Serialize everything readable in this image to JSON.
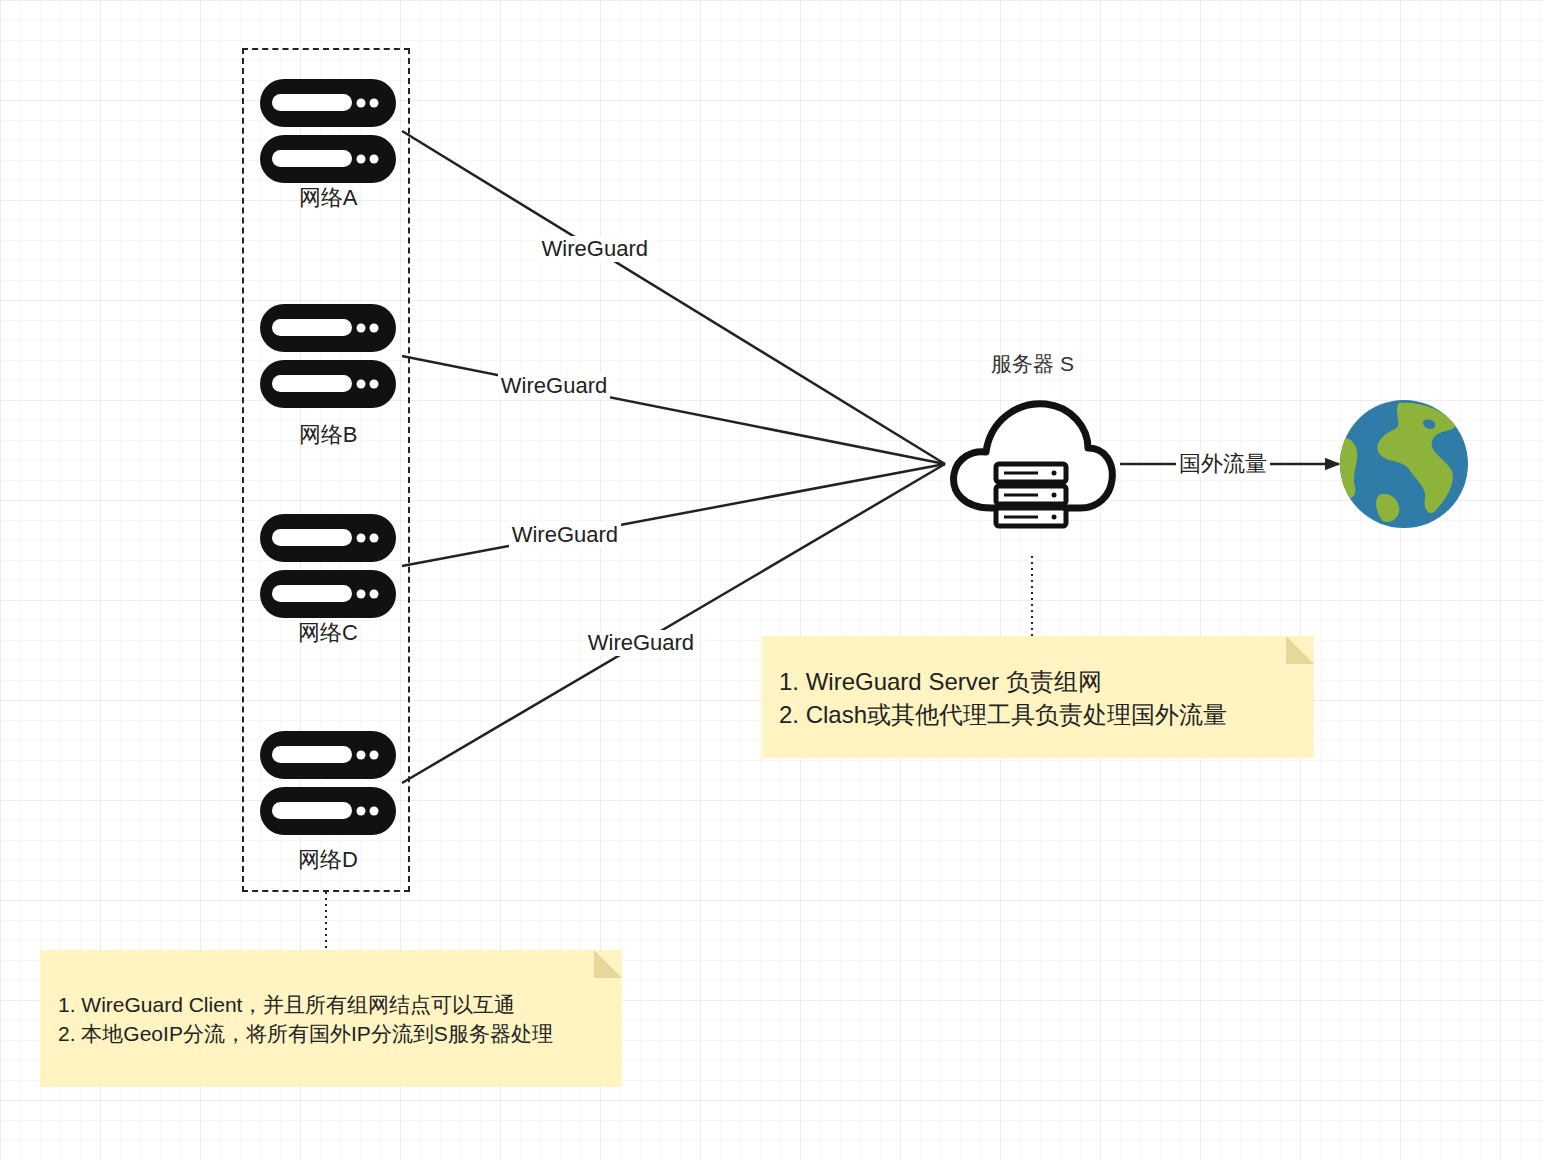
{
  "diagram": {
    "nodes": [
      {
        "text": []
      },
      {
        "text": [
          "网络A"
        ],
        "in": 0
      },
      {
        "text": [
          "网络B"
        ],
        "in": 0
      },
      {
        "text": [
          "网络C"
        ],
        "in": 0
      },
      {
        "text": [
          "网络D"
        ],
        "in": 0
      },
      {
        "text": [
          "服务器 S"
        ]
      },
      {
        "text": []
      },
      {
        "text": [
          "1. WireGuard Server 负责组网",
          "2. Clash或其他代理工具负责处理国外流量"
        ]
      },
      {
        "text": [
          "1. WireGuard Client，并且所有组网结点可以互通",
          "2. 本地GeoIP分流，将所有国外IP分流到S服务器处理"
        ]
      }
    ],
    "edges": [
      {
        "from": 1,
        "to": 5,
        "arrow": "none",
        "label": "WireGuard"
      },
      {
        "from": 2,
        "to": 5,
        "arrow": "none",
        "label": "WireGuard"
      },
      {
        "from": 3,
        "to": 5,
        "arrow": "none",
        "label": "WireGuard"
      },
      {
        "from": 4,
        "to": 5,
        "arrow": "none",
        "label": "WireGuard"
      },
      {
        "from": 5,
        "to": 6,
        "arrow": "to",
        "label": "国外流量"
      },
      {
        "from": 0,
        "to": 8,
        "arrow": "none"
      },
      {
        "from": 5,
        "to": 7,
        "arrow": "none"
      }
    ]
  }
}
